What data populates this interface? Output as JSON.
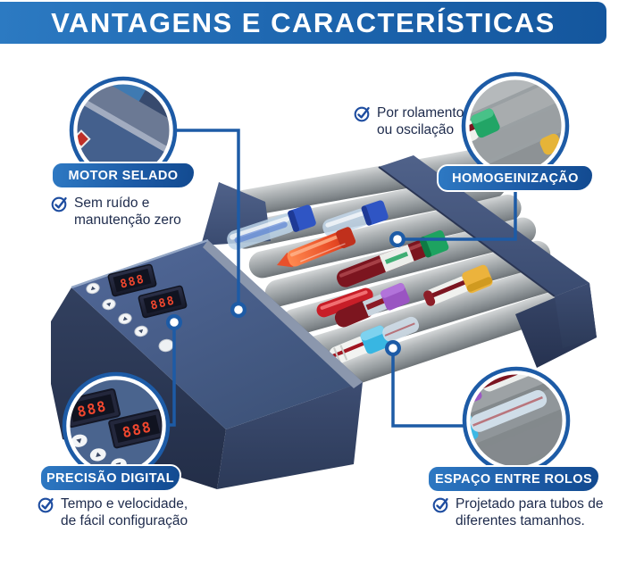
{
  "header": {
    "title": "VANTAGENS E CARACTERÍSTICAS"
  },
  "callouts": {
    "motor": {
      "label": "MOTOR SELADO",
      "desc": [
        "Sem ruído e",
        "manutenção zero"
      ]
    },
    "homog": {
      "label": "HOMOGEINIZAÇÃO",
      "desc": [
        "Por rolamento",
        "ou oscilação"
      ]
    },
    "precisao": {
      "label": "PRECISÃO DIGITAL",
      "desc": [
        "Tempo e velocidade,",
        "de fácil configuração"
      ]
    },
    "espaco": {
      "label": "ESPAÇO ENTRE ROLOS",
      "desc": [
        "Projetado para tubos de",
        "diferentes tamanhos."
      ]
    }
  },
  "device": {
    "display1": "888",
    "display2": "888"
  },
  "colors": {
    "accent_blue": "#1d5ba6",
    "header_blue": "#1c64ad",
    "label_gradient": [
      "#2e79c3",
      "#124a90"
    ],
    "text_navy": "#1e2b4c",
    "panel_slate": "#4a648e",
    "body_navy": "#32405f",
    "roller_gray": "#a0a5a8",
    "led_red": "#f2472e",
    "tube_caps": {
      "dark_blue": "#2f55c4",
      "orange": "#e8502c",
      "green": "#1da360",
      "red": "#c81e28",
      "purple": "#9a55c2",
      "yellow": "#ecb33c",
      "cyan": "#38b6e2"
    }
  }
}
